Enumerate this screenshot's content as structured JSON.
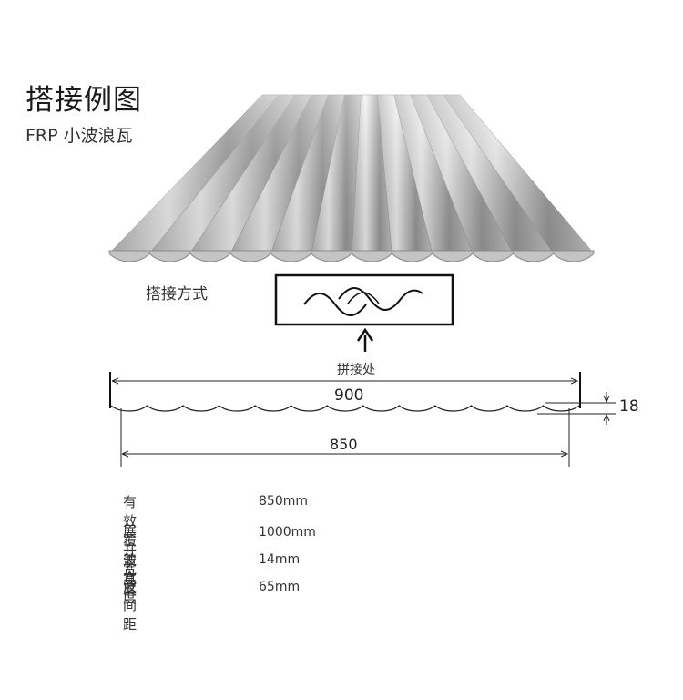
{
  "title": "搭接例图",
  "subtitle": "FRP  小波浪瓦",
  "overlap": {
    "method_label": "搭接方式",
    "joint_label": "拼接处"
  },
  "dimensions": {
    "total_width": "900",
    "effective_width": "850",
    "wave_height": "18"
  },
  "specs": [
    {
      "label": "有效覆盖宽度",
      "value": "850mm"
    },
    {
      "label": "展开宽度",
      "value": "1000mm"
    },
    {
      "label": "波高",
      "value": "14mm"
    },
    {
      "label": "波间距",
      "value": "65mm"
    }
  ],
  "colors": {
    "sheet_light": "#f2f2f2",
    "sheet_dark": "#8c8c8c",
    "line": "#222222"
  }
}
